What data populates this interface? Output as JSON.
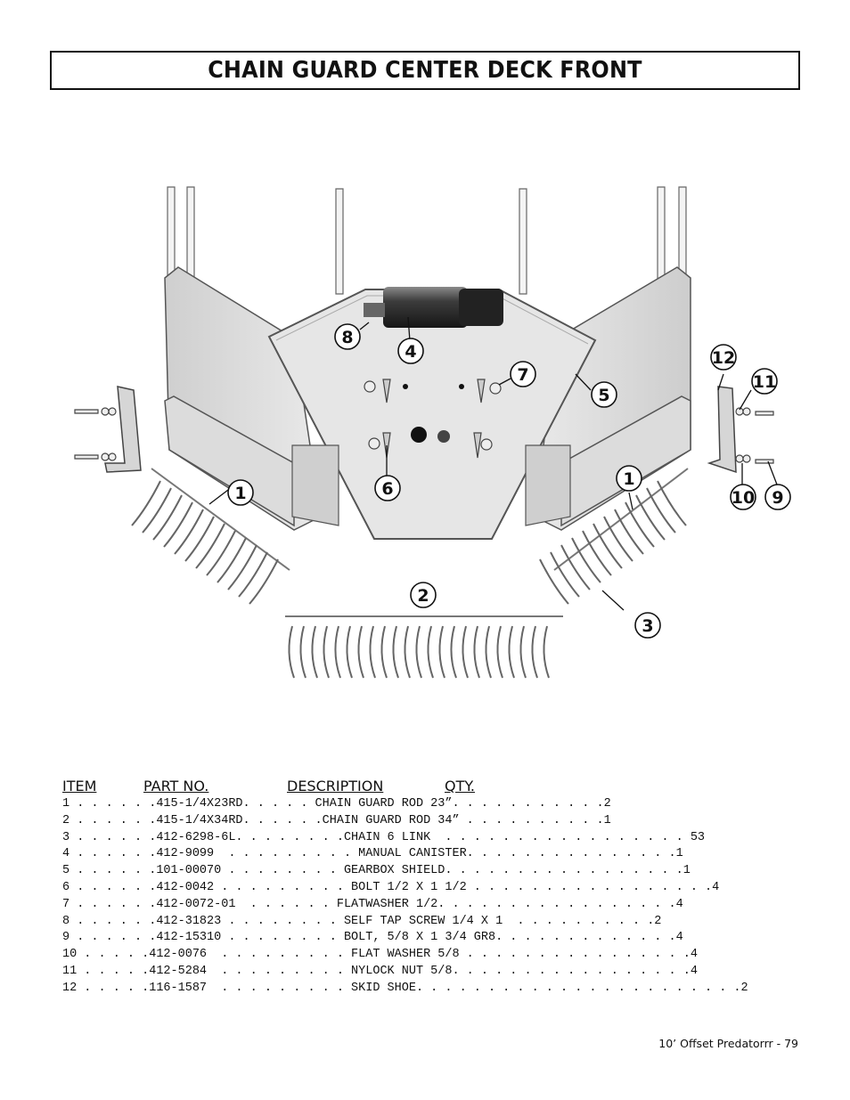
{
  "page": {
    "title": "CHAIN GUARD CENTER DECK FRONT",
    "footer": "10’ Offset Predatorrr - 79"
  },
  "diagram": {
    "callouts": [
      "8",
      "4",
      "7",
      "5",
      "12",
      "11",
      "1",
      "6",
      "1",
      "10",
      "9",
      "2",
      "3"
    ]
  },
  "parts_table": {
    "headers": {
      "item": "ITEM",
      "part_no": "PART NO.",
      "description": "DESCRIPTION",
      "qty": "QTY."
    },
    "rows": [
      "1 . . . . . .415-1/4X23RD. . . . . CHAIN GUARD ROD 23”. . . . . . . . . . .2",
      "2 . . . . . .415-1/4X34RD. . . . . .CHAIN GUARD ROD 34” . . . . . . . . . .1",
      "3 . . . . . .412-6298-6L. . . . . . . .CHAIN 6 LINK  . . . . . . . . . . . . . . . . . 53",
      "4 . . . . . .412-9099  . . . . . . . . . MANUAL CANISTER. . . . . . . . . . . . . . .1",
      "5 . . . . . .101-00070 . . . . . . . . GEARBOX SHIELD. . . . . . . . . . . . . . . . .1",
      "6 . . . . . .412-0042 . . . . . . . . . BOLT 1/2 X 1 1/2 . . . . . . . . . . . . . . . . .4",
      "7 . . . . . .412-0072-01  . . . . . . FLATWASHER 1/2. . . . . . . . . . . . . . . . .4",
      "8 . . . . . .412-31823 . . . . . . . . SELF TAP SCREW 1/4 X 1  . . . . . . . . . .2",
      "9 . . . . . .412-15310 . . . . . . . . BOLT, 5/8 X 1 3/4 GR8. . . . . . . . . . . . .4",
      "10 . . . . .412-0076  . . . . . . . . . FLAT WASHER 5/8 . . . . . . . . . . . . . . . .4",
      "11 . . . . .412-5284  . . . . . . . . . NYLOCK NUT 5/8. . . . . . . . . . . . . . . . .4",
      "12 . . . . .116-1587  . . . . . . . . . SKID SHOE. . . . . . . . . . . . . . . . . . . . . . .2"
    ]
  }
}
